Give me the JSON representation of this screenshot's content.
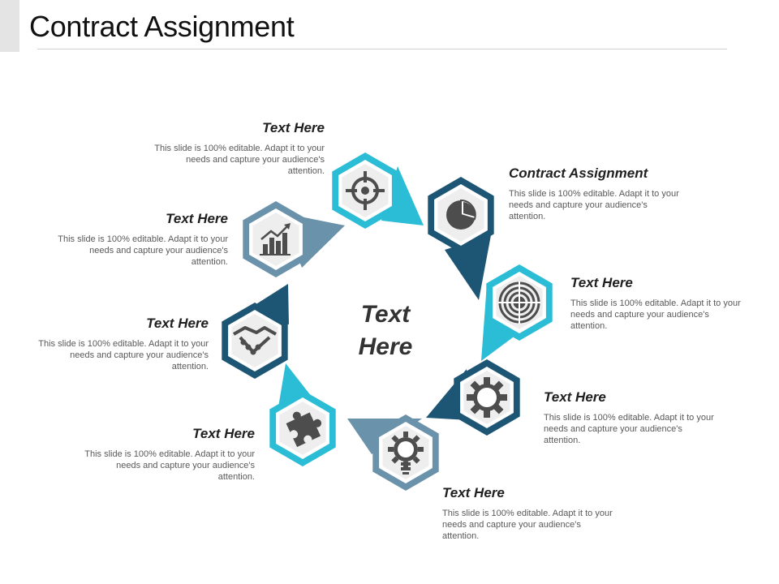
{
  "title": "Contract Assignment",
  "center_label": "Text Here",
  "colors": {
    "dark": "#1d5574",
    "cyan": "#2bbcd6",
    "steel": "#6b92ab",
    "icon": "#4d4d4d"
  },
  "items": [
    {
      "heading": "Text Here",
      "body": "This slide is 100% editable. Adapt it to your needs and capture your audience's attention.",
      "icon": "target-icon",
      "color": "cyan"
    },
    {
      "heading": "Contract Assignment",
      "body": "This slide is 100% editable. Adapt it to your needs and capture your audience's attention.",
      "icon": "pie-chart-icon",
      "color": "dark"
    },
    {
      "heading": "Text Here",
      "body": "This slide is 100% editable. Adapt it to your needs and capture your audience's attention.",
      "icon": "bullseye-icon",
      "color": "cyan"
    },
    {
      "heading": "Text Here",
      "body": "This slide is 100% editable. Adapt it to your needs and capture your audience's attention.",
      "icon": "gear-icon",
      "color": "dark"
    },
    {
      "heading": "Text Here",
      "body": "This slide is 100% editable. Adapt it to your needs and capture your audience's attention.",
      "icon": "lightbulb-icon",
      "color": "steel"
    },
    {
      "heading": "Text Here",
      "body": "This slide is 100% editable. Adapt it to your needs and capture your audience's attention.",
      "icon": "puzzle-icon",
      "color": "cyan"
    },
    {
      "heading": "Text Here",
      "body": "This slide is 100% editable. Adapt it to your needs and capture your audience's attention.",
      "icon": "handshake-icon",
      "color": "dark"
    },
    {
      "heading": "Text Here",
      "body": "This slide is 100% editable. Adapt it to your needs and capture your audience's attention.",
      "icon": "bar-chart-icon",
      "color": "steel"
    }
  ]
}
